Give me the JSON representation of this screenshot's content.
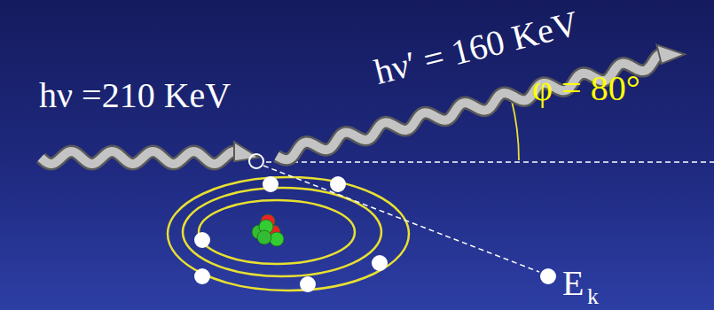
{
  "diagram": {
    "labels": [
      "hν =210 KeV",
      "hν′ = 160 KeV",
      "φ = 80°",
      "E",
      "k"
    ]
  }
}
